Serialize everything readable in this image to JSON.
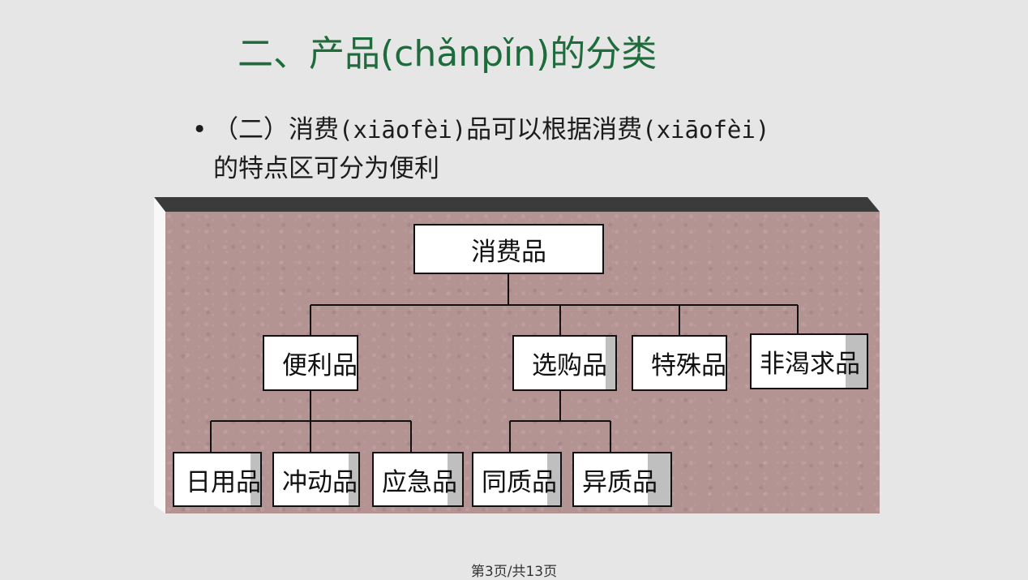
{
  "slide": {
    "title": "二、产品(chǎnpǐn)的分类",
    "bullet_symbol": "•",
    "bullet_part1": "（二）消费",
    "bullet_pinyin1": "(xiāofèi)",
    "bullet_part2": "品可以根据消费",
    "bullet_pinyin2": "(xiāofèi)",
    "bullet_part3": "的特点区可分为便利",
    "footer": "第3页/共13页"
  },
  "diagram": {
    "root": "消费品",
    "level1": [
      "便利品",
      "选购品",
      "特殊品",
      "非渴求品"
    ],
    "convenience_children": [
      "日用品",
      "冲动品",
      "应急品"
    ],
    "shopping_children": [
      "同质品",
      "异质品"
    ]
  },
  "colors": {
    "title": "#1e6b3c",
    "panel": "#b49393",
    "node_bg": "#ffffff",
    "node_border": "#111111"
  }
}
